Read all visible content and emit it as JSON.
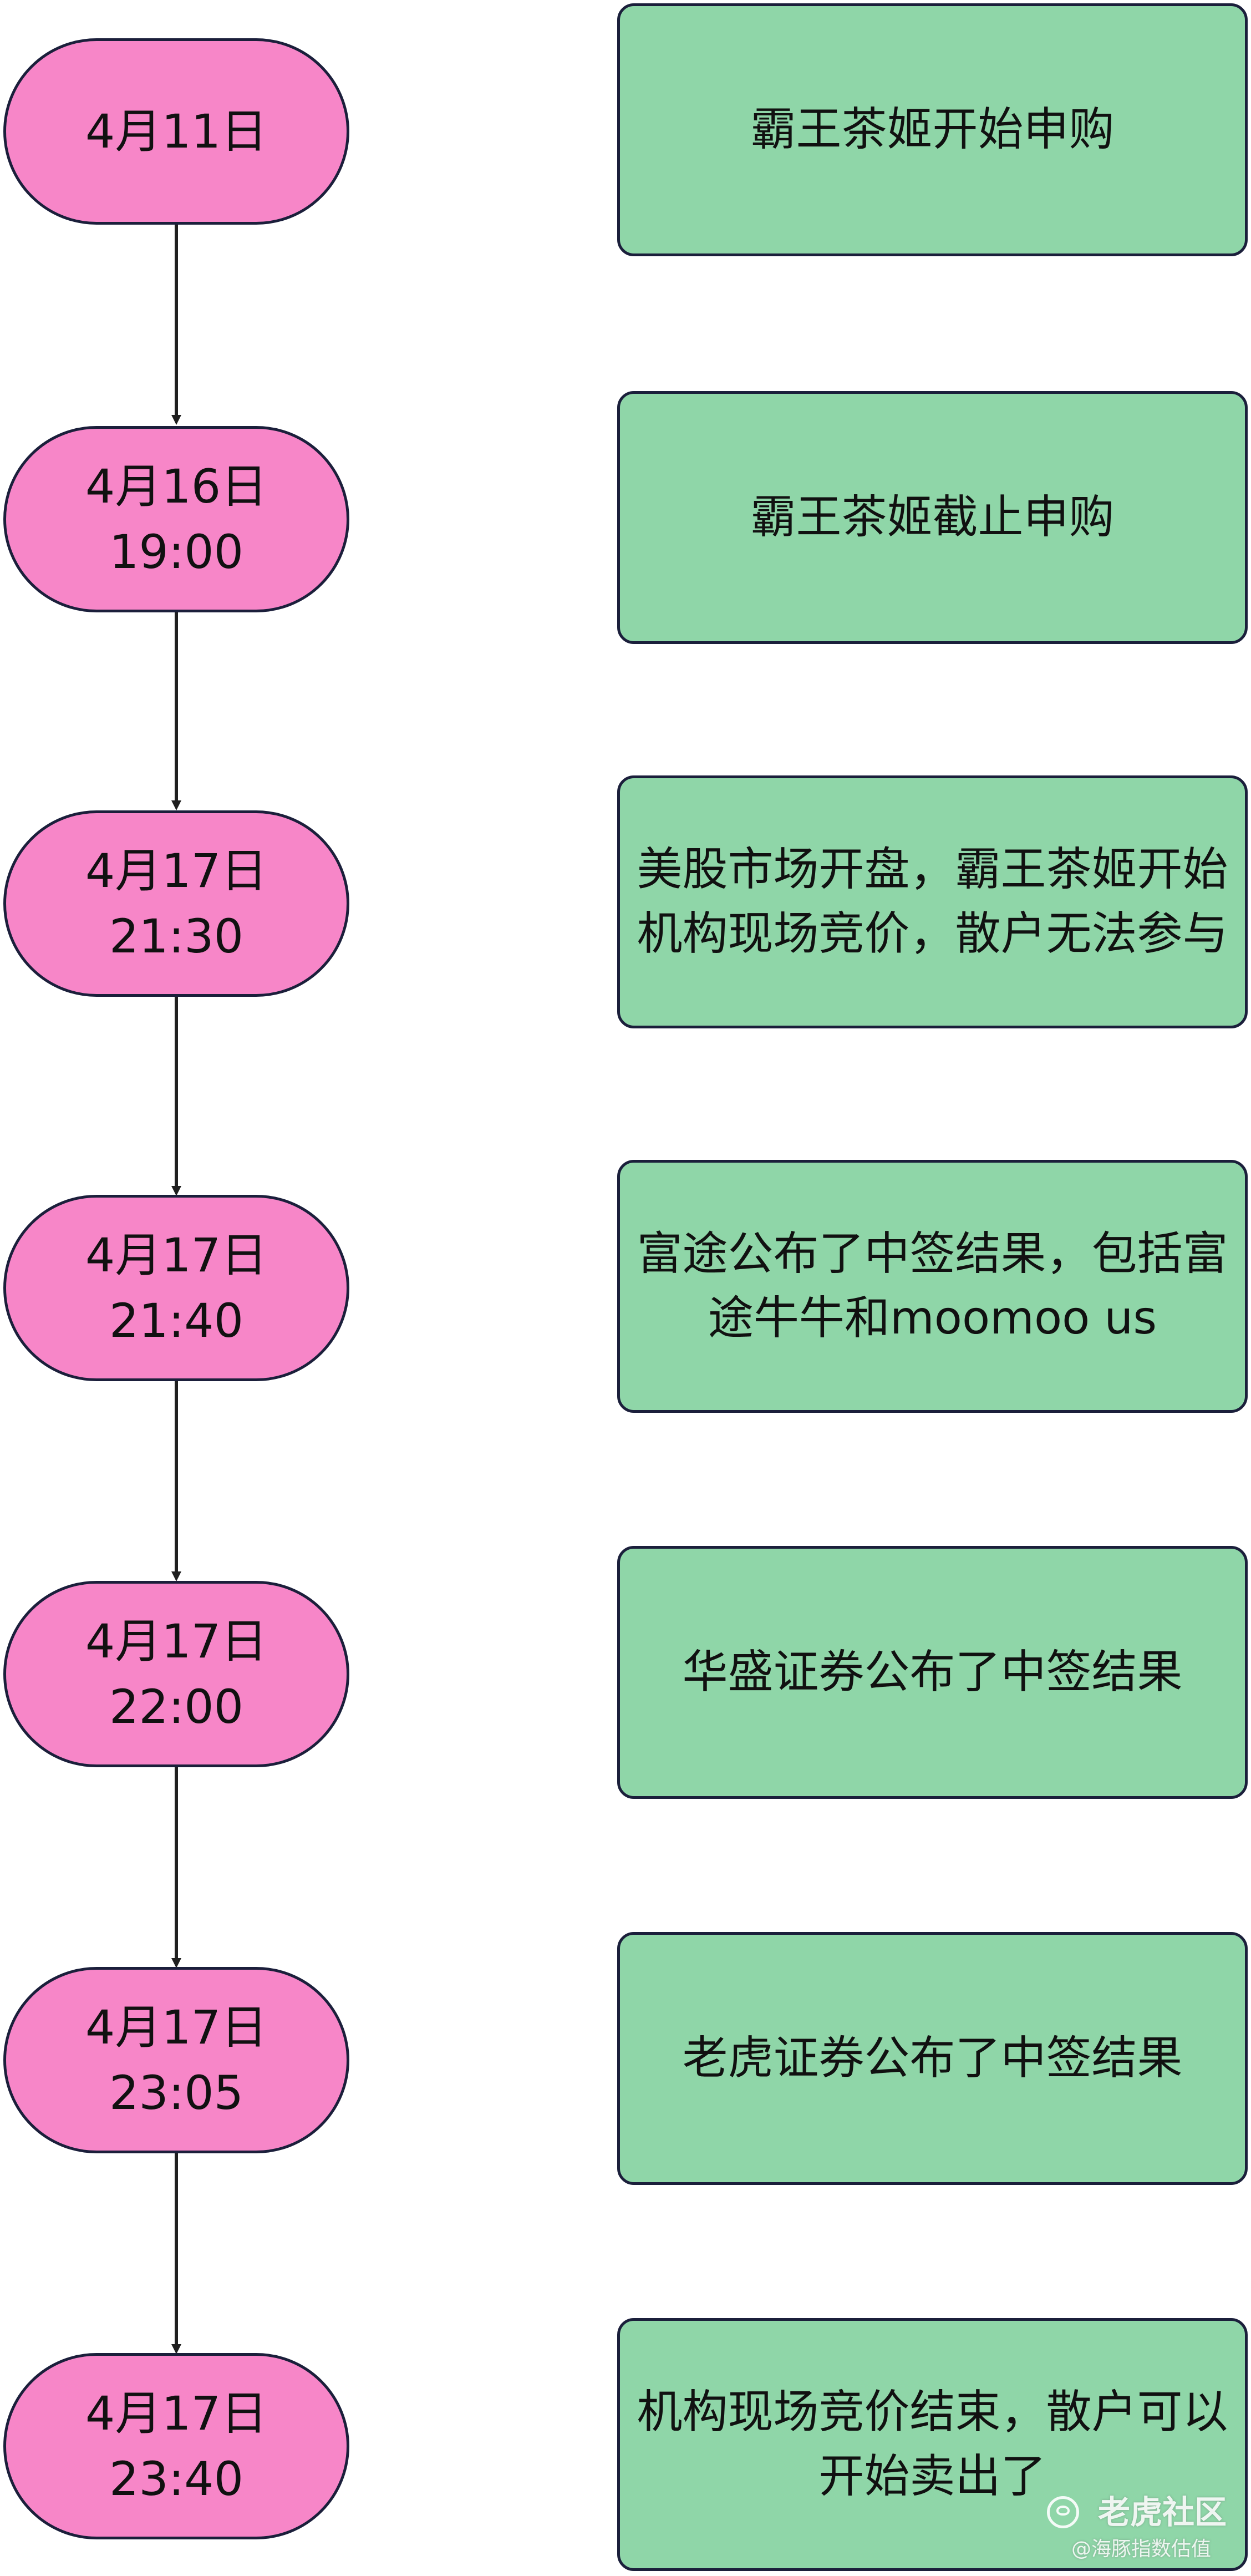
{
  "timeline": {
    "items": [
      {
        "date_lines": [
          "4月11日"
        ],
        "event_lines": [
          "霸王茶姬开始申购"
        ]
      },
      {
        "date_lines": [
          "4月16日",
          "19:00"
        ],
        "event_lines": [
          "霸王茶姬截止申购"
        ]
      },
      {
        "date_lines": [
          "4月17日",
          "21:30"
        ],
        "event_lines": [
          "美股市场开盘，霸王茶姬开始",
          "机构现场竞价，散户无法参与"
        ]
      },
      {
        "date_lines": [
          "4月17日",
          "21:40"
        ],
        "event_lines": [
          "富途公布了中签结果，包括富",
          "途牛牛和moomoo us"
        ]
      },
      {
        "date_lines": [
          "4月17日",
          "22:00"
        ],
        "event_lines": [
          "华盛证券公布了中签结果"
        ]
      },
      {
        "date_lines": [
          "4月17日",
          "23:05"
        ],
        "event_lines": [
          "老虎证券公布了中签结果"
        ]
      },
      {
        "date_lines": [
          "4月17日",
          "23:40"
        ],
        "event_lines": [
          "机构现场竞价结束，散户可以",
          "开始卖出了"
        ]
      }
    ]
  },
  "watermark": {
    "main": "老虎社区",
    "sub": "@海豚指数估值"
  },
  "colors": {
    "date_fill": "#f786c8",
    "event_fill": "#8fd6a8",
    "stroke": "#1b1f3b",
    "connector": "#1f1f1f"
  }
}
